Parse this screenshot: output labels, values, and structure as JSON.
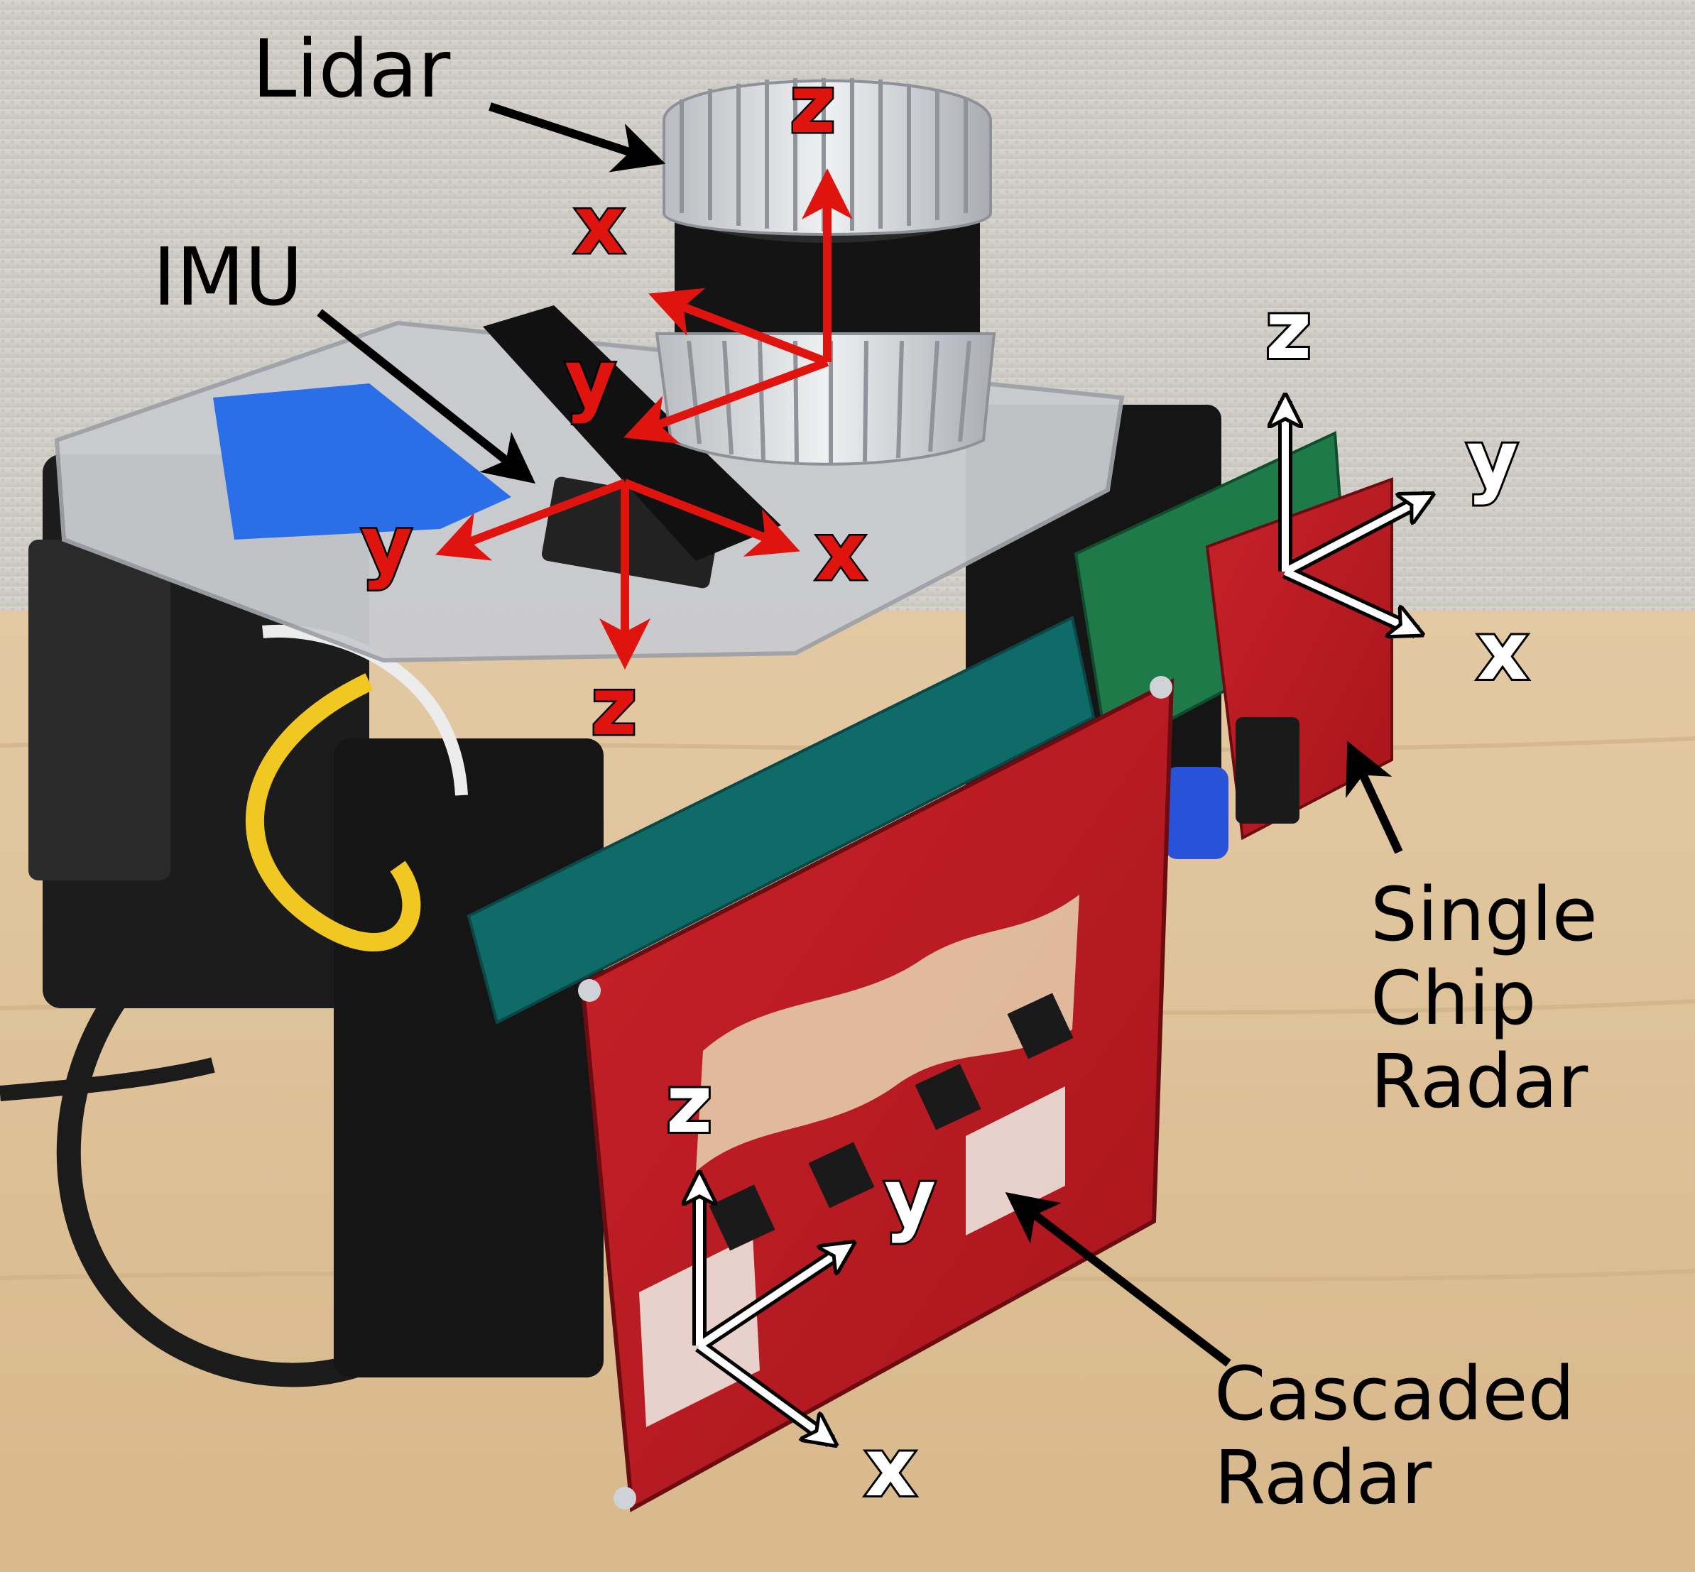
{
  "labels": {
    "lidar": "Lidar",
    "imu": "IMU",
    "single_chip_radar": "Single Chip Radar",
    "cascaded_radar": "Cascaded Radar"
  },
  "axes": {
    "lidar": {
      "x": "x",
      "y": "y",
      "z": "z"
    },
    "imu": {
      "x": "x",
      "y": "y",
      "z": "z"
    },
    "single_chip_radar": {
      "x": "x",
      "y": "y",
      "z": "z"
    },
    "cascaded_radar": {
      "x": "x",
      "y": "y",
      "z": "z"
    }
  },
  "colors": {
    "lidar_imu_axes": "#e0140f",
    "radar_axes": "#ffffff",
    "label_text": "#000000"
  }
}
